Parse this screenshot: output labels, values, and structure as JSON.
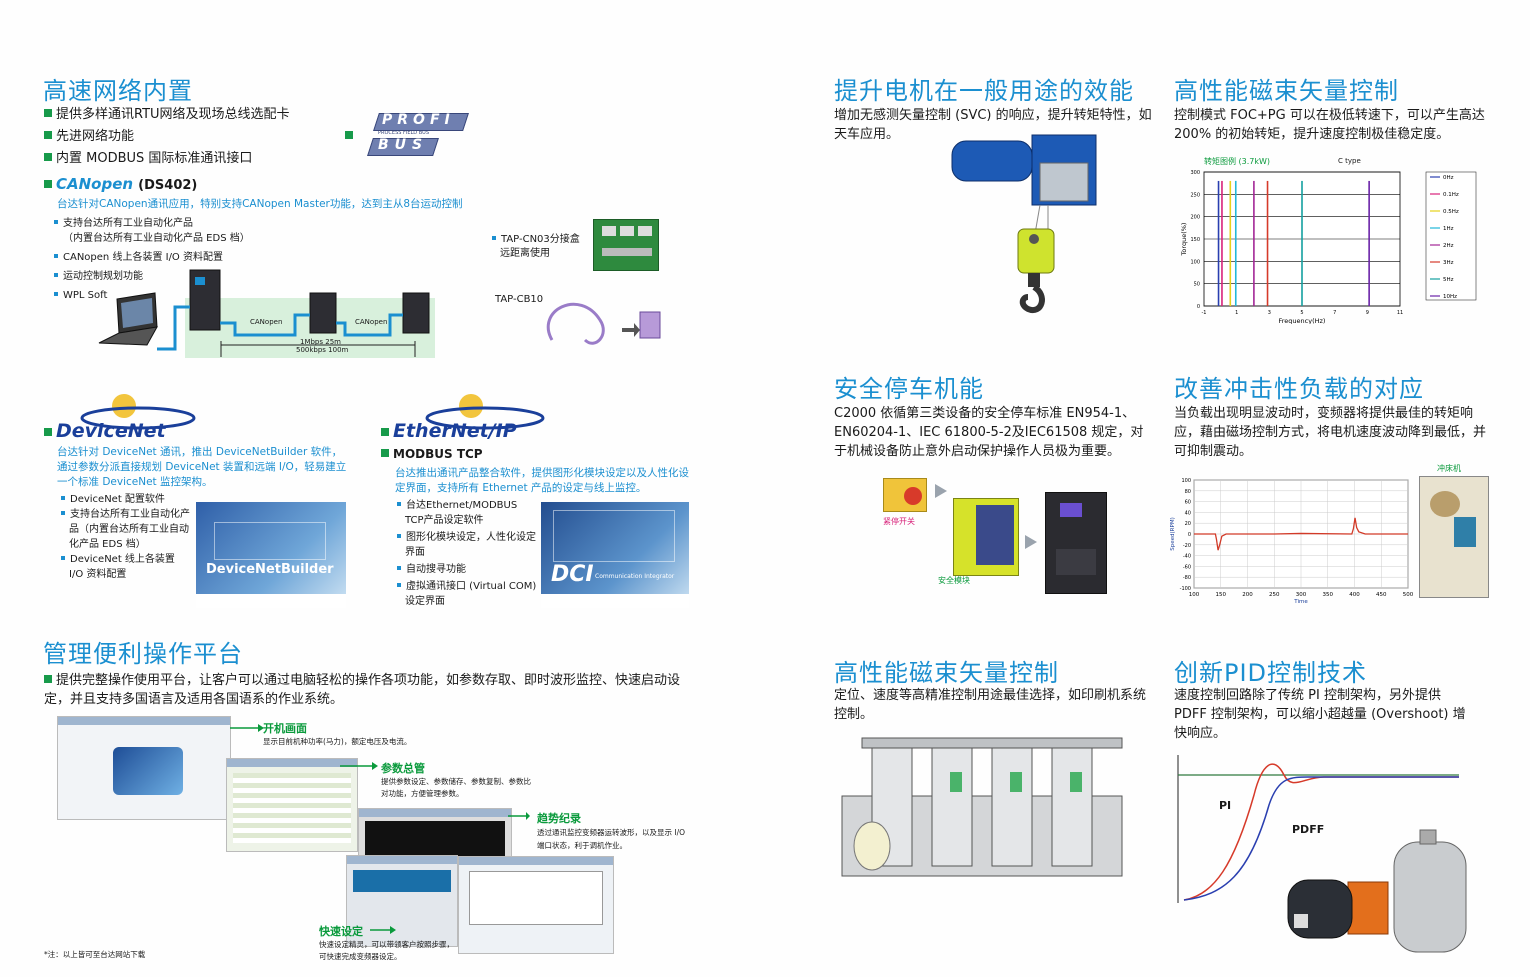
{
  "network": {
    "title": "高速网络内置",
    "bullets": [
      "提供多样通讯RTU网络及现场总线选配卡",
      "先进网络功能",
      "内置 MODBUS 国际标准通讯接口"
    ],
    "profibus_logo_top": "PROFI",
    "profibus_logo_mid": "PROCESS FIELD BUS",
    "profibus_logo_bottom": "BUS",
    "canopen_logo": "CANopen",
    "canopen_ds": "(DS402)",
    "canopen_desc": "台达针对CANopen通讯应用，特别支持CANopen Master功能，达到主从8台运动控制",
    "canopen_items": [
      "支持台达所有工业自动化产品",
      "（内置台达所有工业自动化产品 EDS 档）",
      "CANopen 线上各装置 I/O 资料配置",
      "运动控制规划功能",
      "WPL Soft"
    ],
    "tap_cn03": "TAP-CN03分接盒",
    "tap_cn03_sub": "远距离使用",
    "tap_cb10": "TAP-CB10",
    "canopen_line1": "CANopen",
    "canopen_line2": "CANopen",
    "speed_1": "1Mbps 25m",
    "speed_2": "500kbps 100m"
  },
  "devicenet": {
    "logo": "DeviceNet",
    "desc": "台达针对 DeviceNet 通讯，推出 DeviceNetBuilder 软件，通过参数分派直接规划 DeviceNet 装置和远端 I/O，轻易建立一个标准 DeviceNet 监控架构。",
    "items": [
      "DeviceNet 配置软件",
      "支持台达所有工业自动化产品（内置台达所有工业自动化产品 EDS 档）",
      "DeviceNet 线上各装置 I/O 资料配置"
    ],
    "screenshot_label": "DeviceNetBuilder"
  },
  "ethernet": {
    "logo": "EtherNet/IP",
    "modbus": "MODBUS TCP",
    "desc": "台达推出通讯产品整合软件，提供图形化模块设定以及人性化设定界面，支持所有 Ethernet 产品的设定与线上监控。",
    "items": [
      "台达Ethernet/MODBUS TCP产品设定软件",
      "图形化模块设定，人性化设定界面",
      "自动搜寻功能",
      "虚拟通讯接口 (Virtual COM)设定界面"
    ],
    "screenshot_label": "DCI",
    "screenshot_sub": "Communication Integrator"
  },
  "platform": {
    "title": "管理便利操作平台",
    "desc": "提供完整操作使用平台，让客户可以通过电脑轻松的操作各项功能，如参数存取、即时波形监控、快速启动设定，并且支持多国语言及适用各国语系的作业系统。",
    "callouts": [
      {
        "title": "开机画面",
        "desc": "显示目前机种功率(马力)，额定电压及电流。"
      },
      {
        "title": "参数总管",
        "desc": "提供参数设定、参数储存、参数复制、参数比对功能，方便管理参数。"
      },
      {
        "title": "趋势纪录",
        "desc": "透过通讯监控变频器运转波形，以及显示 I/O 端口状态，利于调机作业。"
      },
      {
        "title": "快速设定",
        "desc": "快速设定精灵，可以带领客户按照步骤，可快速完成变频器设定。"
      }
    ],
    "footnote": "*注：以上皆可至台达网站下载"
  },
  "hoist": {
    "title": "提升电机在一般用途的效能",
    "desc": "增加无感测矢量控制 (SVC) 的响应，提升转矩特性，如天车应用。"
  },
  "flux_top": {
    "title": "高性能磁束矢量控制",
    "desc": "控制模式 FOC+PG 可以在极低转速下，可以产生高达 200% 的初始转矩，提升速度控制极佳稳定度。"
  },
  "safety": {
    "title": "安全停车机能",
    "desc": "C2000 依循第三类设备的安全停车标准 EN954-1、EN60204-1、IEC 61800-5-2及IEC61508 规定，对于机械设备防止意外启动保护操作人员极为重要。",
    "label_stop": "紧停开关",
    "label_module": "安全模块"
  },
  "impact": {
    "title": "改善冲击性负载的对应",
    "desc": "当负载出现明显波动时，变频器将提供最佳的转矩响应，藉由磁场控制方式，将电机速度波动降到最低，并可抑制震动。",
    "press_label": "冲床机"
  },
  "flux_bottom": {
    "title": "高性能磁束矢量控制",
    "desc": "定位、速度等高精准控制用途最佳选择，如印刷机系统控制。"
  },
  "pid": {
    "title": "创新PID控制技术",
    "desc": "速度控制回路除了传统 PI 控制架构，另外提供 PDFF 控制架构，可以缩小超越量 (Overshoot) 增快响应。",
    "label_pi": "PI",
    "label_pdff": "PDFF"
  },
  "chart_data": [
    {
      "type": "line",
      "title": "转矩图例 (3.7kW)",
      "subtitle": "C type",
      "xlabel": "Frequency(Hz)",
      "ylabel": "Torque(%)",
      "xlim": [
        -1,
        11
      ],
      "ylim": [
        0,
        300
      ],
      "x_ticks": [
        -1,
        1,
        3,
        5,
        7,
        9,
        11
      ],
      "y_ticks": [
        0,
        50,
        100,
        150,
        200,
        250,
        300
      ],
      "series": [
        {
          "name": "0Hz",
          "x": 0.0,
          "color": "#2a3fb0"
        },
        {
          "name": "0.1Hz",
          "x": 0.1,
          "color": "#d8227a"
        },
        {
          "name": "0.5Hz",
          "x": 0.5,
          "color": "#e6d21a"
        },
        {
          "name": "1Hz",
          "x": 1.0,
          "color": "#21b8d8"
        },
        {
          "name": "2Hz",
          "x": 2.0,
          "color": "#a32696"
        },
        {
          "name": "3Hz",
          "x": 3.0,
          "color": "#d63a2a"
        },
        {
          "name": "5Hz",
          "x": 5.0,
          "color": "#14a0a0"
        },
        {
          "name": "10Hz",
          "x": 9.0,
          "color": "#6a23a8"
        }
      ],
      "top_level": 280
    },
    {
      "type": "line",
      "xlabel": "Time",
      "ylabel": "Speed(RPM)",
      "xlim": [
        100,
        500
      ],
      "ylim": [
        -100,
        100
      ],
      "x_ticks": [
        100,
        150,
        200,
        250,
        300,
        350,
        400,
        450,
        500
      ],
      "y_ticks": [
        100,
        80,
        60,
        40,
        20,
        0,
        -20,
        -40,
        -60,
        -80,
        -100
      ],
      "series": [
        {
          "name": "speed",
          "color": "#d23a28",
          "x": [
            100,
            140,
            142,
            145,
            148,
            152,
            160,
            250,
            300,
            395,
            398,
            401,
            404,
            408,
            420,
            500
          ],
          "y": [
            0,
            0,
            -10,
            -30,
            -20,
            -4,
            0,
            0,
            1,
            0,
            10,
            30,
            12,
            4,
            0,
            0
          ]
        }
      ]
    }
  ]
}
